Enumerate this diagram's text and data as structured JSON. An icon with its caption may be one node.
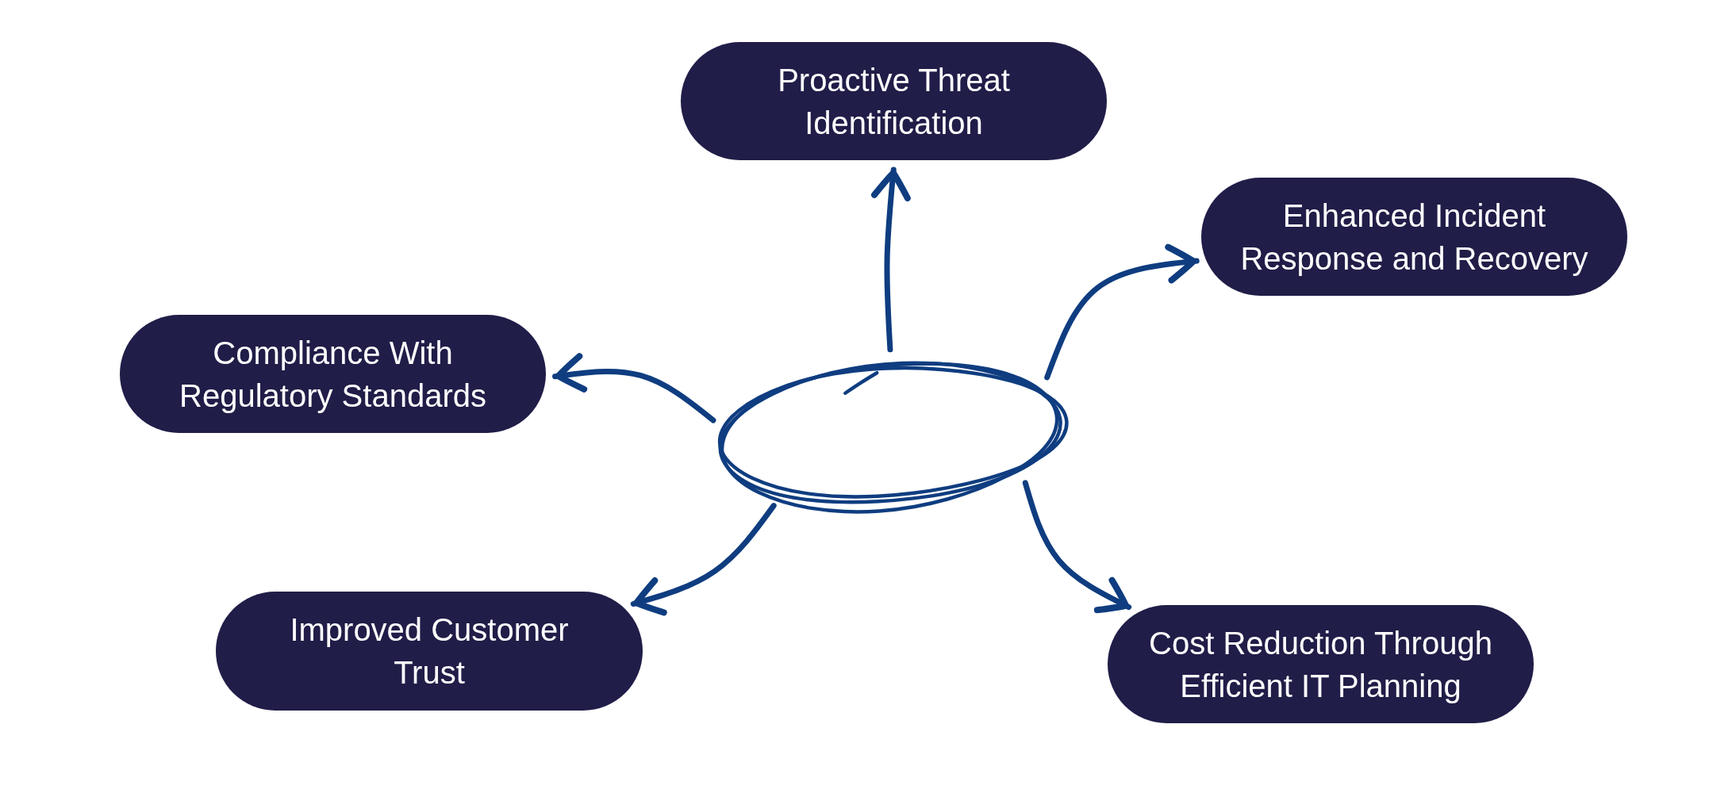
{
  "diagram": {
    "nodes": [
      {
        "text": [
          "Proactive Threat Identification"
        ]
      },
      {
        "text": [
          "Enhanced Incident Response and Recovery"
        ]
      },
      {
        "text": [
          "Compliance With Regulatory Standards"
        ]
      },
      {
        "text": [],
        "shape": "ellipse"
      },
      {
        "text": [
          "Improved Customer Trust"
        ]
      },
      {
        "text": [
          "Cost Reduction Through Efficient IT Planning"
        ]
      }
    ],
    "edges": [
      {
        "from": 3,
        "to": 0,
        "arrow": "to"
      },
      {
        "from": 3,
        "to": 1,
        "arrow": "to"
      },
      {
        "from": 3,
        "to": 2,
        "arrow": "to"
      },
      {
        "from": 3,
        "to": 4,
        "arrow": "to"
      },
      {
        "from": 3,
        "to": 5,
        "arrow": "to"
      }
    ]
  }
}
